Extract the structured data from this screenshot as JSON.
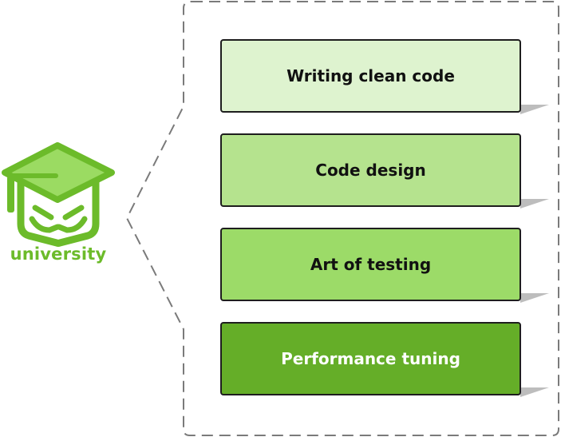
{
  "logo": {
    "text": "university",
    "icon": "graduation-cap-icon"
  },
  "cards": [
    {
      "label": "Writing clean code",
      "bg": "#def3cf",
      "fg": "#111111"
    },
    {
      "label": "Code design",
      "bg": "#b5e38e",
      "fg": "#111111"
    },
    {
      "label": "Art of testing",
      "bg": "#9cdb68",
      "fg": "#111111"
    },
    {
      "label": "Performance tuning",
      "bg": "#65ae28",
      "fg": "#ffffff"
    }
  ],
  "colors": {
    "brand_green": "#6cbb2a",
    "outline": "#1e1e1e",
    "dashed_border": "#7a7a7a",
    "shadow": "#bdbdbd"
  }
}
